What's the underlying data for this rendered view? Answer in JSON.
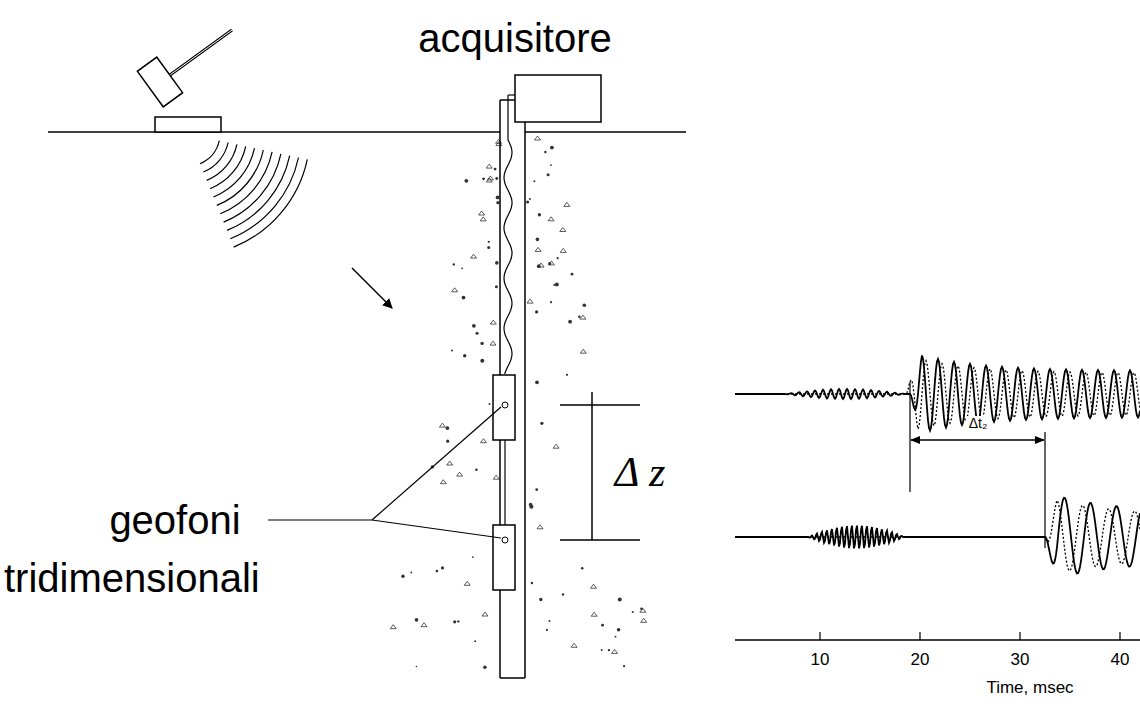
{
  "diagram": {
    "labels": [
      "acquisitore",
      "geofoni",
      "tridimensionali",
      "Δ z",
      "Δt₂",
      "10",
      "20",
      "30",
      "40",
      "Time, msec"
    ]
  }
}
